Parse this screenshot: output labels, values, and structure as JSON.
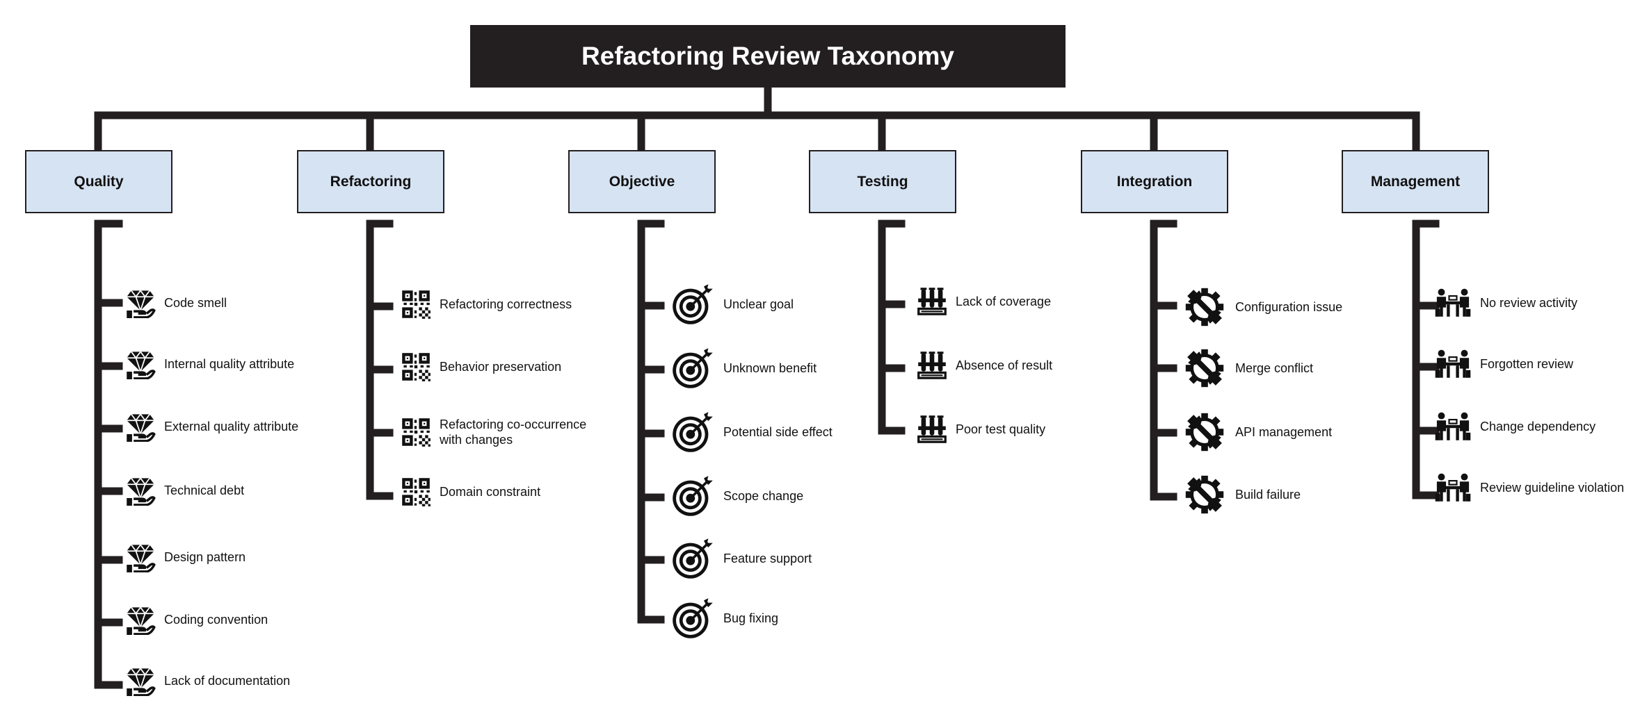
{
  "title": "Refactoring Review Taxonomy",
  "categories": [
    {
      "label": "Quality",
      "icon": "gem-on-hand-icon",
      "items": [
        {
          "label": "Code smell"
        },
        {
          "label": "Internal quality attribute"
        },
        {
          "label": "External quality attribute"
        },
        {
          "label": "Technical debt"
        },
        {
          "label": "Design pattern"
        },
        {
          "label": "Coding convention"
        },
        {
          "label": "Lack of documentation"
        }
      ]
    },
    {
      "label": "Refactoring",
      "icon": "qr-code-icon",
      "items": [
        {
          "label": "Refactoring correctness"
        },
        {
          "label": "Behavior preservation"
        },
        {
          "label": "Refactoring co-occurrence\nwith changes"
        },
        {
          "label": "Domain constraint"
        }
      ]
    },
    {
      "label": "Objective",
      "icon": "target-arrow-icon",
      "items": [
        {
          "label": "Unclear goal"
        },
        {
          "label": "Unknown benefit"
        },
        {
          "label": "Potential side effect"
        },
        {
          "label": "Scope change"
        },
        {
          "label": "Feature support"
        },
        {
          "label": "Bug fixing"
        }
      ]
    },
    {
      "label": "Testing",
      "icon": "test-tubes-icon",
      "items": [
        {
          "label": "Lack of coverage"
        },
        {
          "label": "Absence of result"
        },
        {
          "label": "Poor test quality"
        }
      ]
    },
    {
      "label": "Integration",
      "icon": "gear-wrench-icon",
      "items": [
        {
          "label": "Configuration issue"
        },
        {
          "label": "Merge conflict"
        },
        {
          "label": "API management"
        },
        {
          "label": "Build failure"
        }
      ]
    },
    {
      "label": "Management",
      "icon": "team-meeting-icon",
      "items": [
        {
          "label": "No review activity"
        },
        {
          "label": "Forgotten review"
        },
        {
          "label": "Change dependency"
        },
        {
          "label": "Review guideline violation"
        }
      ]
    }
  ]
}
